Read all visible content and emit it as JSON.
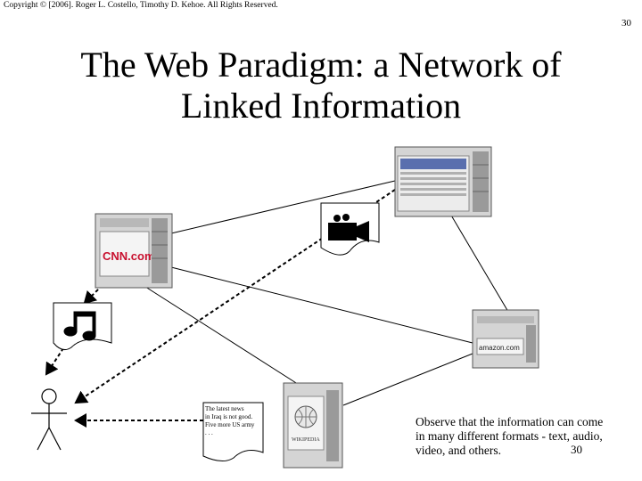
{
  "header": {
    "copyright": "Copyright © [2006]. Roger L. Costello, Timothy D. Kehoe. All Rights Reserved.",
    "page_number": "30"
  },
  "title": {
    "line1": "The Web Paradigm: a Network of",
    "line2": "Linked Information"
  },
  "servers": {
    "cnn_logo": "CNN.com",
    "amazon_logo": "amazon.com",
    "wiki_logo": "WIKIPEDIA"
  },
  "news_doc": {
    "text": "The latest news\nin Iraq is not good.\nFive more US army\n. . ."
  },
  "note": {
    "line1": "Observe that the information can come",
    "line2": "in many different formats - text, audio,",
    "line3": "video, and others.",
    "page_number": "30"
  },
  "colors": {
    "server_body": "#d4d4d4",
    "server_dark": "#9a9a9a",
    "cnn_red": "#c8102e",
    "line": "#000000"
  },
  "icons": [
    "music-note-icon",
    "video-camera-icon",
    "stick-figure-icon",
    "globe-icon"
  ]
}
